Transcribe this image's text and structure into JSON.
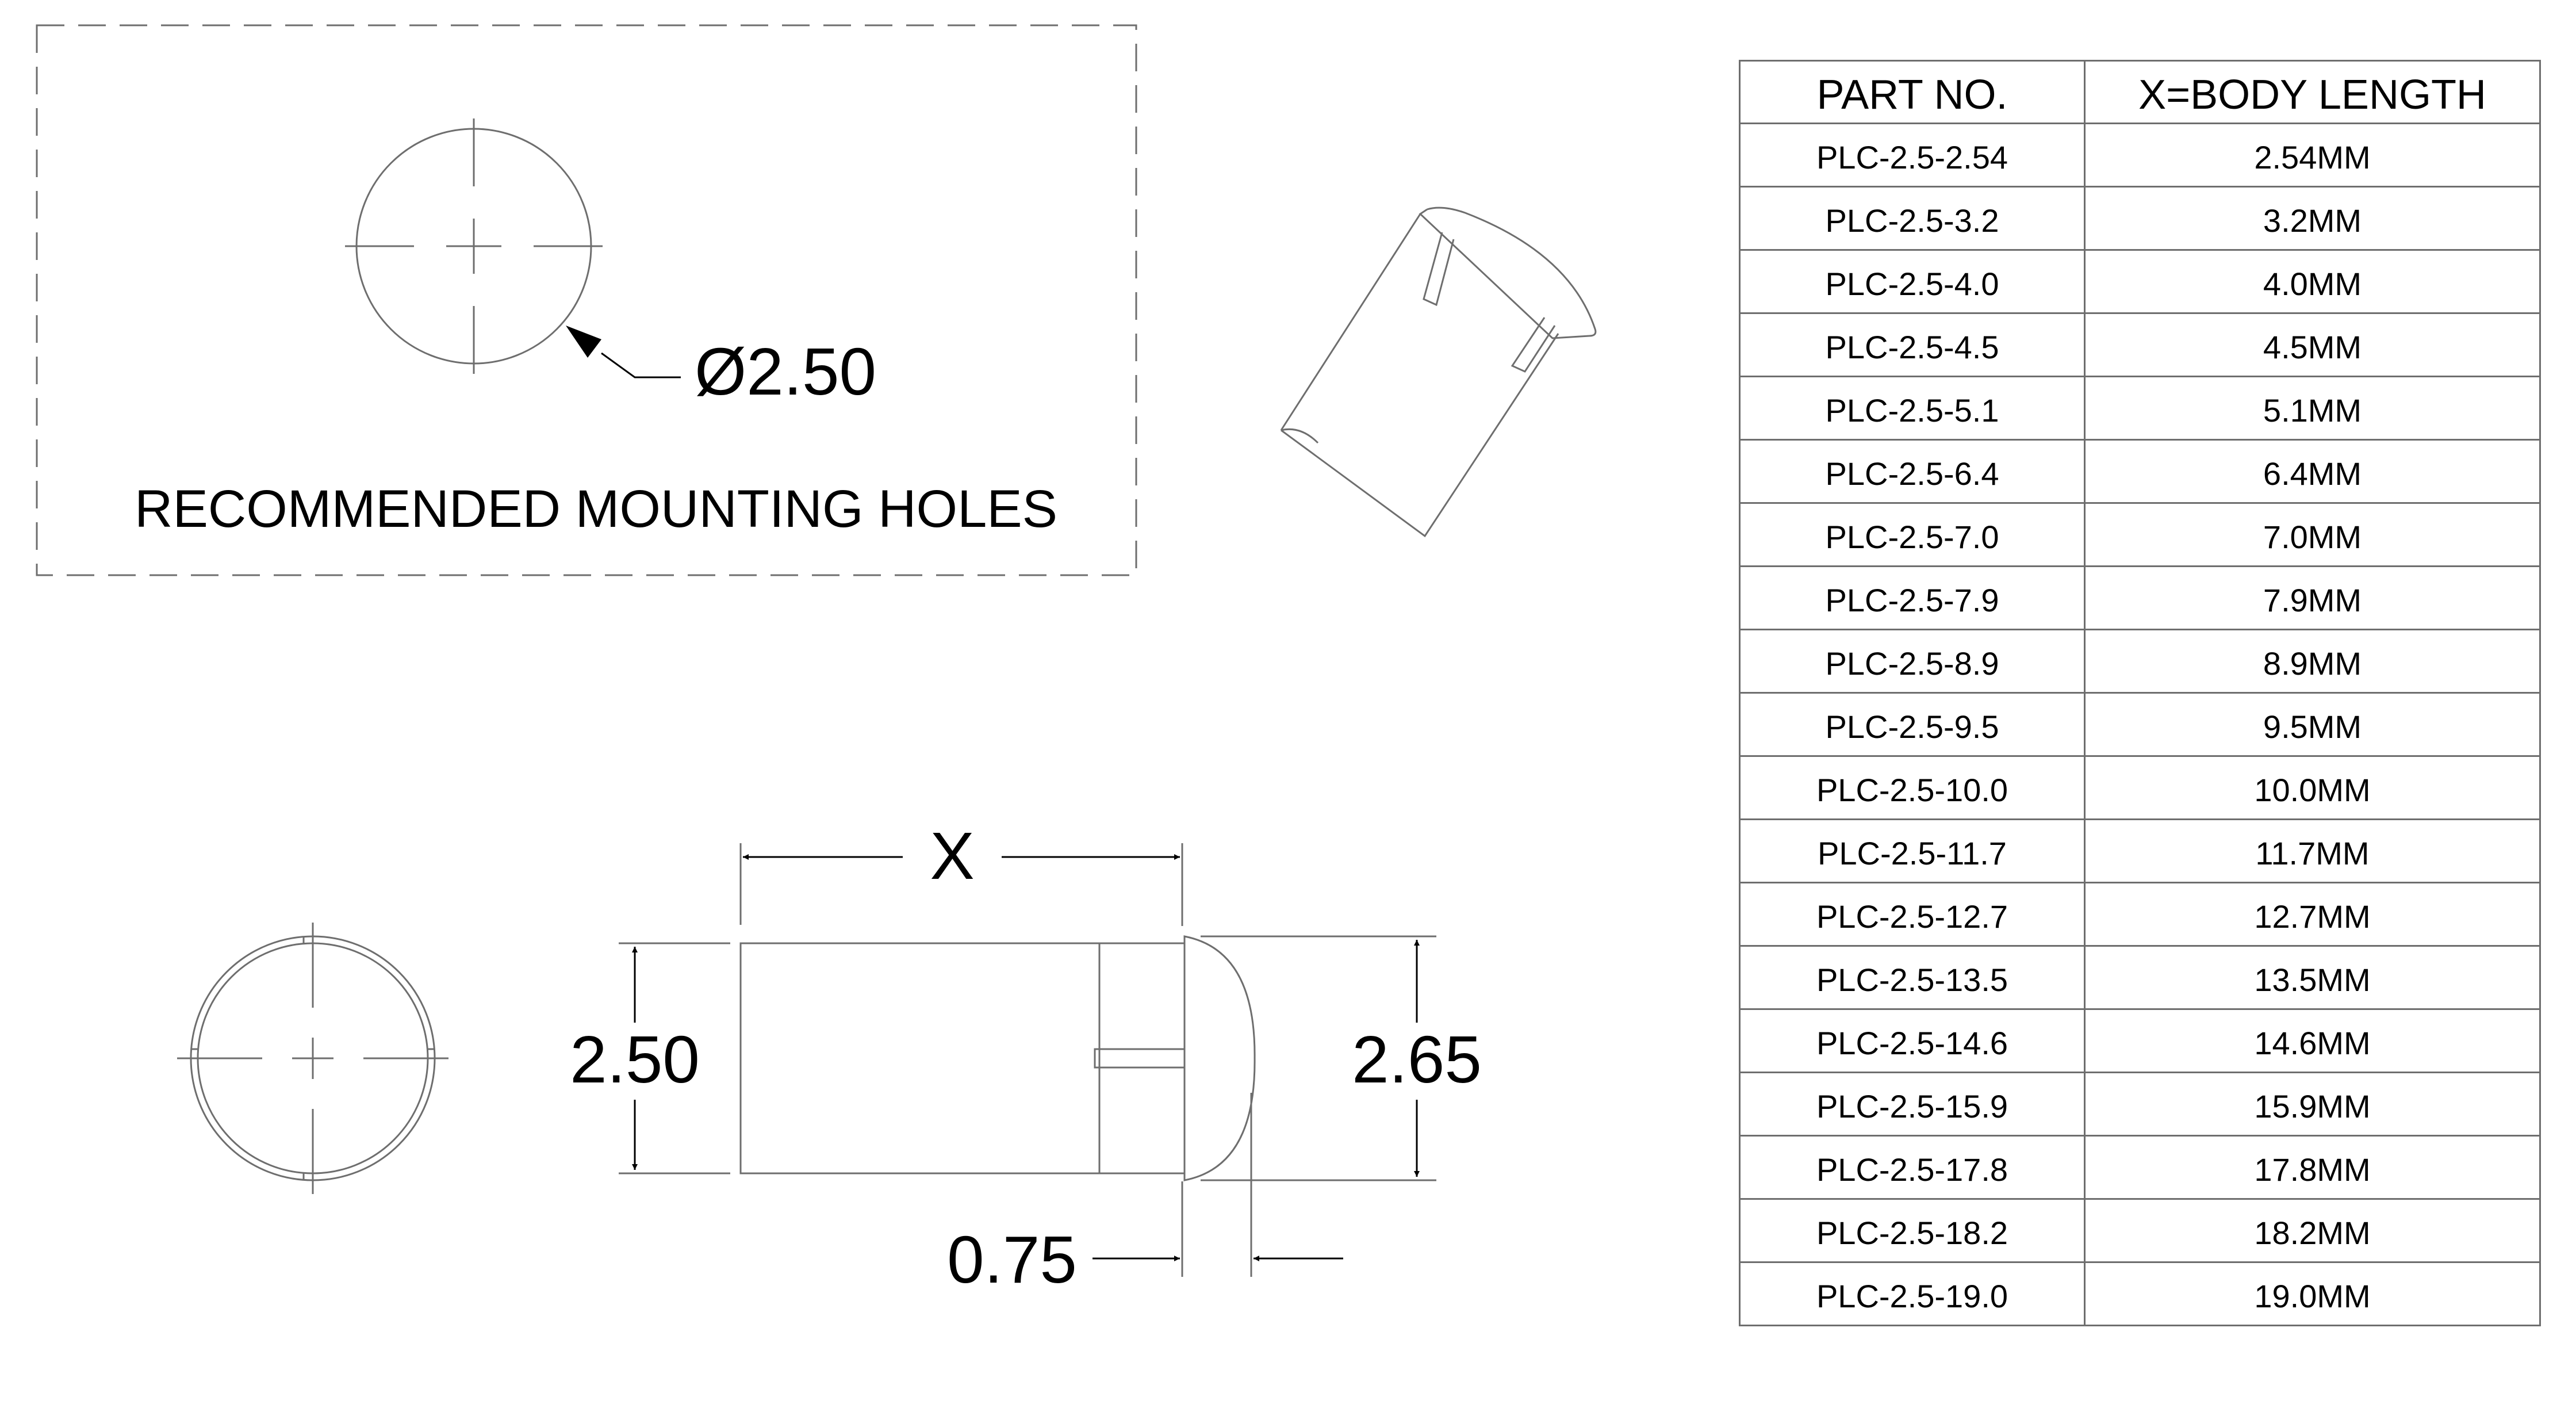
{
  "mounting": {
    "hole_label": "Ø2.50",
    "caption": "RECOMMENDED MOUNTING HOLES"
  },
  "dimensions": {
    "length_label": "X",
    "body_diameter": "2.50",
    "head_diameter": "2.65",
    "head_thickness": "0.75"
  },
  "table": {
    "headers": [
      "PART NO.",
      "X=BODY LENGTH"
    ],
    "rows": [
      [
        "PLC-2.5-2.54",
        "2.54MM"
      ],
      [
        "PLC-2.5-3.2",
        "3.2MM"
      ],
      [
        "PLC-2.5-4.0",
        "4.0MM"
      ],
      [
        "PLC-2.5-4.5",
        "4.5MM"
      ],
      [
        "PLC-2.5-5.1",
        "5.1MM"
      ],
      [
        "PLC-2.5-6.4",
        "6.4MM"
      ],
      [
        "PLC-2.5-7.0",
        "7.0MM"
      ],
      [
        "PLC-2.5-7.9",
        "7.9MM"
      ],
      [
        "PLC-2.5-8.9",
        "8.9MM"
      ],
      [
        "PLC-2.5-9.5",
        "9.5MM"
      ],
      [
        "PLC-2.5-10.0",
        "10.0MM"
      ],
      [
        "PLC-2.5-11.7",
        "11.7MM"
      ],
      [
        "PLC-2.5-12.7",
        "12.7MM"
      ],
      [
        "PLC-2.5-13.5",
        "13.5MM"
      ],
      [
        "PLC-2.5-14.6",
        "14.6MM"
      ],
      [
        "PLC-2.5-15.9",
        "15.9MM"
      ],
      [
        "PLC-2.5-17.8",
        "17.8MM"
      ],
      [
        "PLC-2.5-18.2",
        "18.2MM"
      ],
      [
        "PLC-2.5-19.0",
        "19.0MM"
      ]
    ]
  }
}
